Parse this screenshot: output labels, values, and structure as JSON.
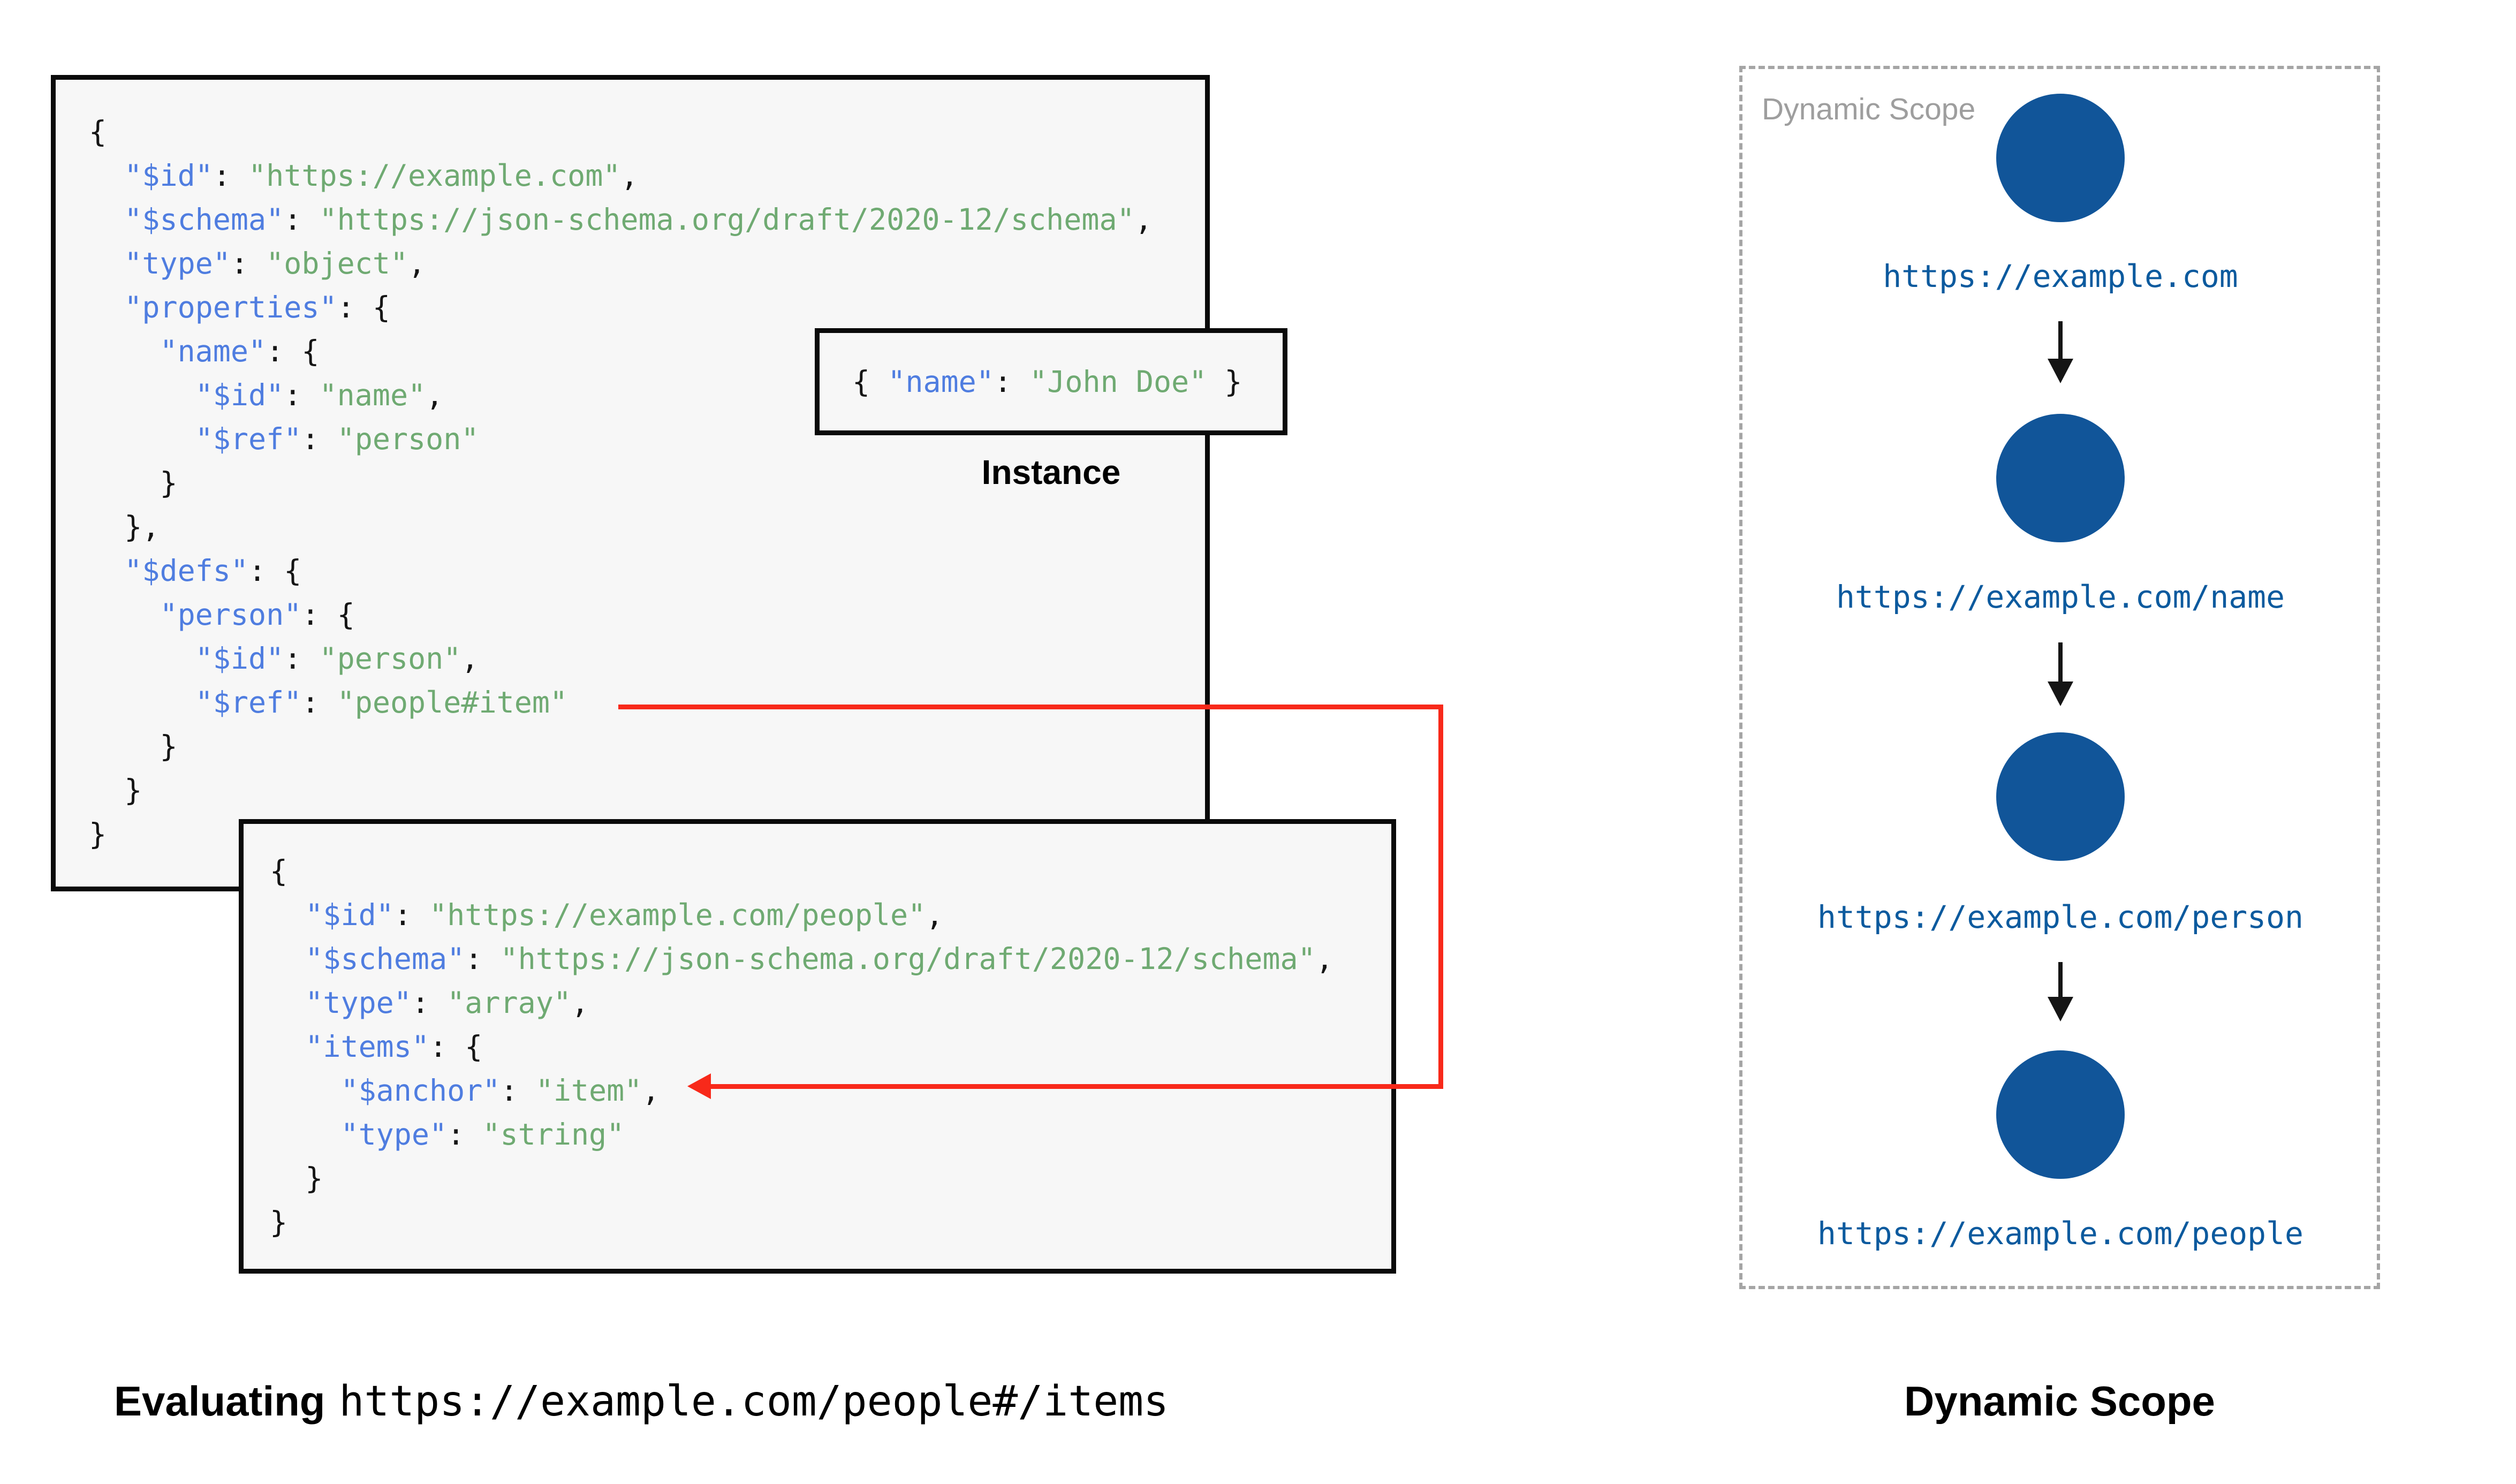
{
  "colors": {
    "key": "#4f7de0",
    "string": "#6faa72",
    "punctuation": "#151515",
    "node_fill": "#115599",
    "node_label": "#0c5a9e",
    "ref_arrow": "#f8291a",
    "border": "#0a0a0a",
    "code_bg": "#f7f7f7",
    "dashed_border": "#a5a5a5",
    "gray_label": "#9e9e9e"
  },
  "left_panel": {
    "root_schema": {
      "lines": [
        "{",
        "  \"$id\": \"https://example.com\",",
        "  \"$schema\": \"https://json-schema.org/draft/2020-12/schema\",",
        "  \"type\": \"object\",",
        "  \"properties\": {",
        "    \"name\": {",
        "      \"$id\": \"name\",",
        "      \"$ref\": \"person\"",
        "    }",
        "  },",
        "  \"$defs\": {",
        "    \"person\": {",
        "      \"$id\": \"person\",",
        "      \"$ref\": \"people#item\"",
        "    }",
        "  }",
        "}"
      ]
    },
    "people_schema": {
      "lines": [
        "{",
        "  \"$id\": \"https://example.com/people\",",
        "  \"$schema\": \"https://json-schema.org/draft/2020-12/schema\",",
        "  \"type\": \"array\",",
        "  \"items\": {",
        "    \"$anchor\": \"item\",",
        "    \"type\": \"string\"",
        "  }",
        "}"
      ]
    },
    "instance": {
      "code": "{ \"name\": \"John Doe\" }",
      "label": "Instance"
    },
    "caption": {
      "prefix": "Evaluating",
      "uri": "https://example.com/people#/items"
    }
  },
  "right_panel": {
    "panel_label": "Dynamic Scope",
    "caption": "Dynamic Scope",
    "scope_chain": [
      "https://example.com",
      "https://example.com/name",
      "https://example.com/person",
      "https://example.com/people"
    ]
  }
}
